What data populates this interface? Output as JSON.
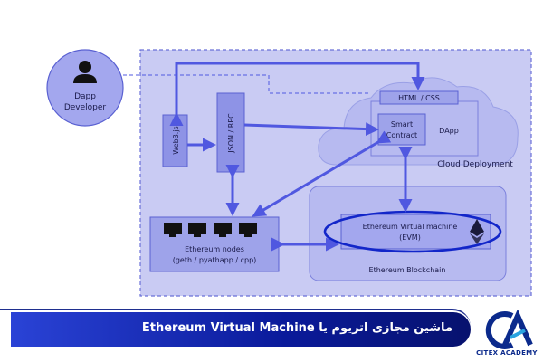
{
  "diagram": {
    "developer": {
      "line1": "Dapp",
      "line2": "Developer"
    },
    "web3": "Web3.js",
    "json_rpc": "JSON / RPC",
    "html_css": "HTML / CSS",
    "smart_contract": {
      "line1": "Smart",
      "line2": "Contract"
    },
    "dapp": "DApp",
    "cloud_deployment": "Cloud Deployment",
    "evm": {
      "line1": "Ethereum Virtual machine",
      "line2": "(EVM)"
    },
    "ethereum_blockchain": "Ethereum Blockchain",
    "nodes": {
      "line1": "Ethereum nodes",
      "line2": "(geth / pyathapp / cpp)"
    }
  },
  "banner": {
    "caption": "ماشین مجازی اتریوم یا Ethereum Virtual Machine",
    "logo_text": "CITEX ACADEMY"
  },
  "colors": {
    "panel": "#c9cbf3",
    "box": "#8e93e6",
    "arrow": "#5058e0",
    "banner": "#1a2bb8",
    "evm_ring": "#1226c9"
  }
}
